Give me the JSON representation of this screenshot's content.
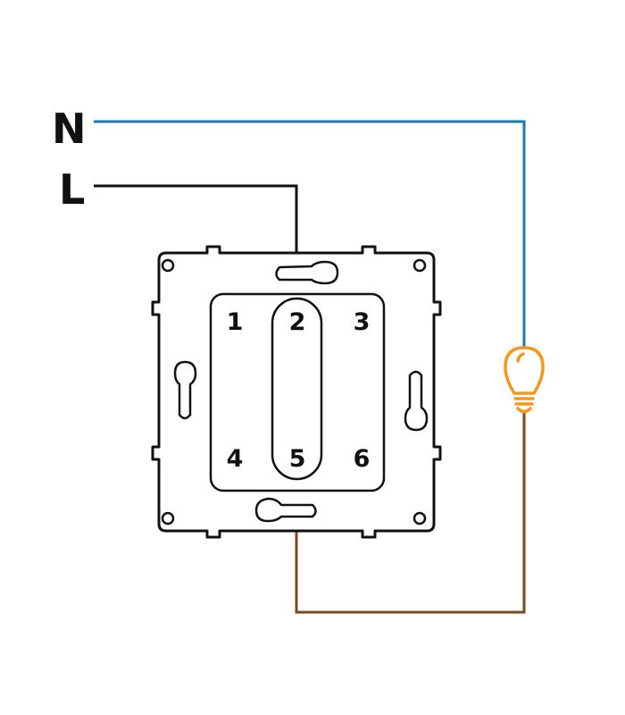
{
  "lines": {
    "neutral_label": "N",
    "live_label": "L"
  },
  "terminals": [
    "1",
    "2",
    "3",
    "4",
    "5",
    "6"
  ],
  "colors": {
    "neutral_wire": "#1f77b4",
    "live_wire": "#111111",
    "switched_wire": "#7a4a1e",
    "lamp": "#f39a1e",
    "outline": "#111111"
  },
  "icons": {
    "lamp": "light-bulb-icon"
  }
}
